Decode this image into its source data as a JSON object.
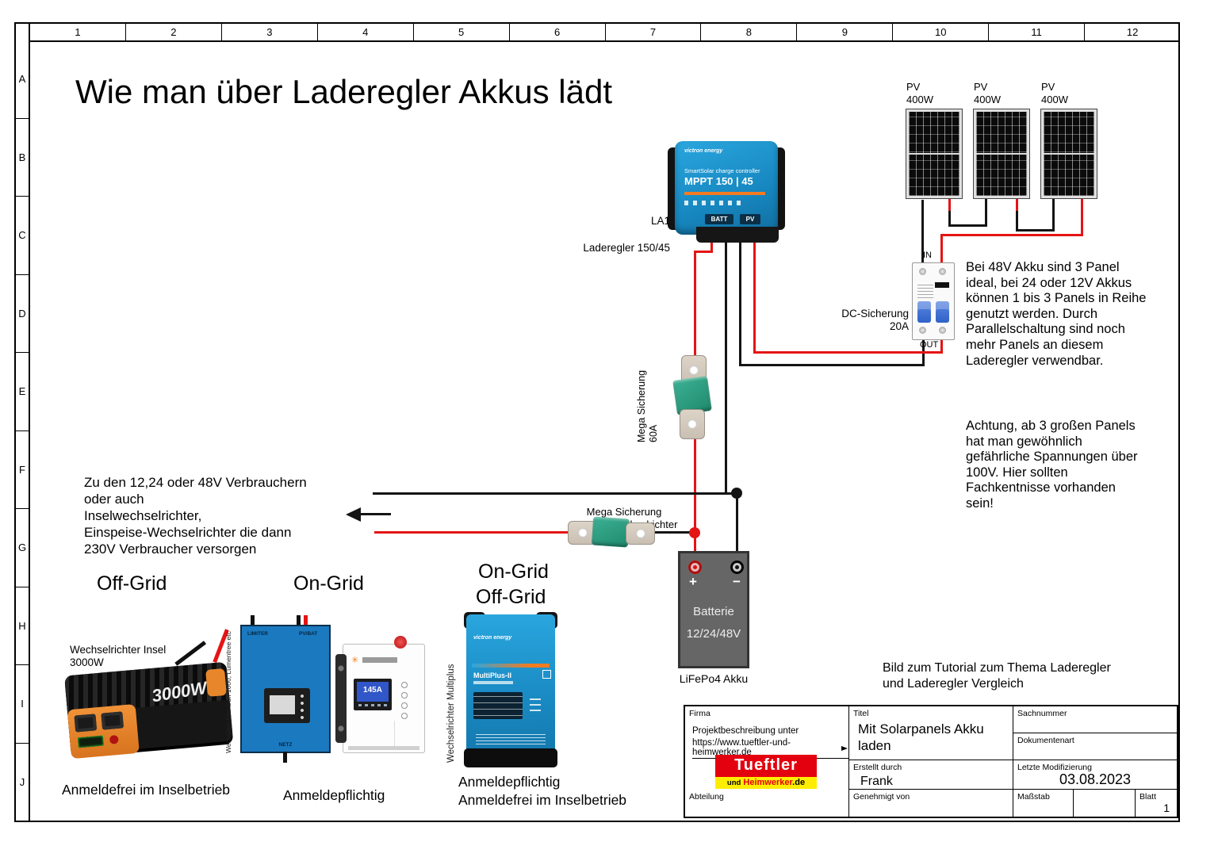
{
  "frame": {
    "columns": [
      "1",
      "2",
      "3",
      "4",
      "5",
      "6",
      "7",
      "8",
      "9",
      "10",
      "11",
      "12"
    ],
    "rows": [
      "A",
      "B",
      "C",
      "D",
      "E",
      "F",
      "G",
      "H",
      "I",
      "J"
    ]
  },
  "title": "Wie man über Laderegler Akkus lädt",
  "mppt": {
    "brand": "victron energy",
    "product_line": "SmartSolar charge controller",
    "model": "MPPT 150 | 45",
    "batt_label": "BATT",
    "pv_label": "PV",
    "ref": "LA1",
    "name": "Laderegler 150/45"
  },
  "pv": {
    "label_line1": "PV",
    "label_line2": "400W"
  },
  "breaker": {
    "in": "IN",
    "out": "OUT",
    "label_line1": "DC-Sicherung",
    "label_line2": "20A"
  },
  "fuse60": {
    "line1": "Mega Sicherung",
    "line2": "60A"
  },
  "fuse_inverter": {
    "line1": "Mega Sicherung",
    "line2": "Je nach Wechselrichter"
  },
  "battery": {
    "plus": "+",
    "minus": "−",
    "name": "Batterie",
    "voltage": "12/24/48V",
    "caption": "LiFePo4 Akku"
  },
  "notes": {
    "panels": [
      "Bei 48V Akku  sind 3 Panel",
      "ideal, bei 24 oder 12V Akkus",
      "können 1 bis 3 Panels  in Reihe",
      "genutzt werden. Durch",
      "Parallelschaltung sind  noch",
      "mehr Panels an diesem",
      "Laderegler verwendbar."
    ],
    "warning": [
      "Achtung, ab 3 großen Panels",
      "hat man gewöhnlich",
      "gefährliche Spannungen über",
      "100V. Hier sollten",
      "Fachkentnisse vorhanden",
      "sein!"
    ],
    "consumers": [
      "Zu den 12,24 oder 48V Verbrauchern",
      "oder auch",
      "Inselwechselrichter,",
      "Einspeise-Wechselrichter die dann",
      "230V Verbraucher versorgen"
    ],
    "tutorial": [
      "Bild zum Tutorial zum Thema Laderegler",
      "und Laderegler Vergleich"
    ]
  },
  "sections": {
    "offgrid": {
      "heading": "Off-Grid",
      "label_line1": "Wechselrichter Insel",
      "label_line2": "3000W",
      "body_text": "3000W",
      "caption": "Anmeldefrei im Inselbetrieb"
    },
    "ongrid": {
      "heading": "On-Grid",
      "side_label": "Wechselrichter Sun 1000, Lumentree etc",
      "limiter": "LIMITER",
      "pvbat": "PV/BAT",
      "netz": "NETZ",
      "display_value": "145A",
      "caption": "Anmeldepflichtig"
    },
    "hybrid": {
      "heading_line1": "On-Grid",
      "heading_line2": "Off-Grid",
      "side_label": "Wechselrichter Multiplus",
      "brand": "victron energy",
      "device_name": "MultiPlus-II",
      "caption_line1": "Anmeldepflichtig",
      "caption_line2": "Anmeldefrei im Inselbetrieb"
    }
  },
  "title_block": {
    "firma_label": "Firma",
    "firma_line1": "Projektbeschreibung unter",
    "firma_link": "https://www.tueftler-und-heimwerker.de",
    "logo": {
      "top": "Tueftler",
      "b1": "und",
      "b2": "Heimwerker",
      "b3": ".de"
    },
    "titel_label": "Titel",
    "titel_value": "Mit Solarpanels Akku\nladen",
    "sachnummer_label": "Sachnummer",
    "dokumentenart_label": "Dokumentenart",
    "erstellt_label": "Erstellt durch",
    "erstellt_value": "Frank",
    "letzte_label": "Letzte Modifizierung",
    "letzte_value": "03.08.2023",
    "abteilung_label": "Abteilung",
    "genehmigt_label": "Genehmigt von",
    "massstab_label": "Maßstab",
    "blatt_label": "Blatt",
    "blatt_value": "1"
  },
  "colors": {
    "wire_red": "#e51414",
    "wire_black": "#141414",
    "victron_blue": "#1e96d2",
    "orange_stripe": "#f47b20",
    "logo_red": "#e3000f",
    "logo_yellow": "#ffed00",
    "fuse_green": "#2aa183",
    "battery_gray": "#666666",
    "breaker_blue": "#2f62c8",
    "ongrid_blue": "#1b79c0"
  }
}
